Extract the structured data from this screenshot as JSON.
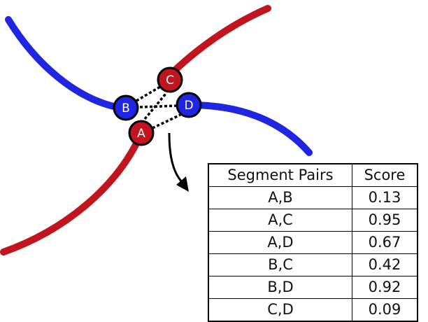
{
  "nodes": [
    {
      "id": "A",
      "label": "A",
      "color": "#c0151f"
    },
    {
      "id": "B",
      "label": "B",
      "color": "#1f25e0"
    },
    {
      "id": "C",
      "label": "C",
      "color": "#c0151f"
    },
    {
      "id": "D",
      "label": "D",
      "color": "#1f25e0"
    }
  ],
  "table": {
    "headers": [
      "Segment Pairs",
      "Score"
    ],
    "rows": [
      {
        "pair": "A,B",
        "score": "0.13"
      },
      {
        "pair": "A,C",
        "score": "0.95"
      },
      {
        "pair": "A,D",
        "score": "0.67"
      },
      {
        "pair": "B,C",
        "score": "0.42"
      },
      {
        "pair": "B,D",
        "score": "0.92"
      },
      {
        "pair": "C,D",
        "score": "0.09"
      }
    ]
  },
  "colors": {
    "red_curve": "#c0151f",
    "blue_curve": "#1f25e0",
    "dotted_line": "#000000"
  }
}
